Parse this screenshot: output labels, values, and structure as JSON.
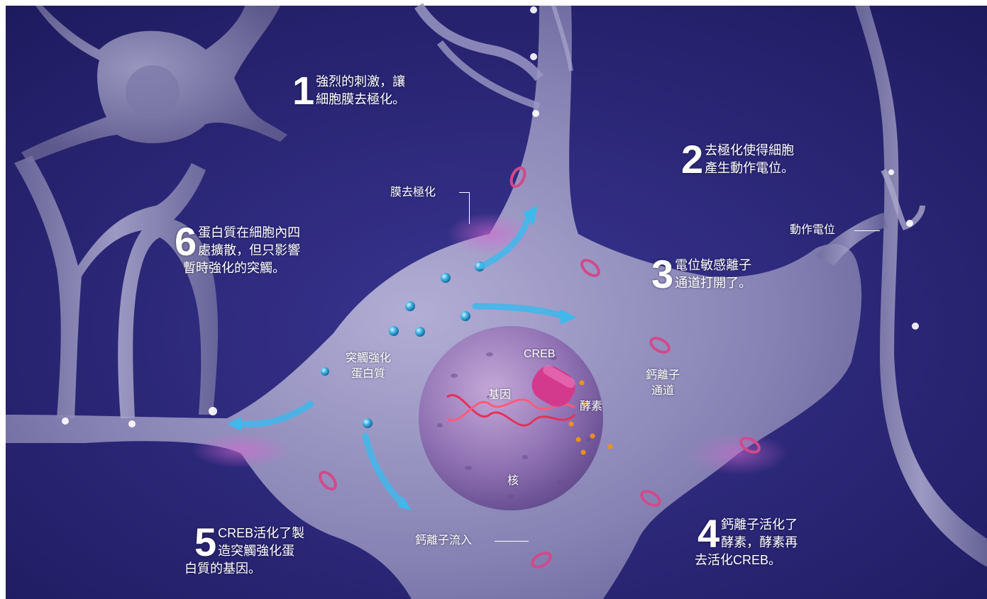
{
  "steps": [
    {
      "num": "1",
      "text": "強烈的刺激，讓\n細胞膜去極化。"
    },
    {
      "num": "2",
      "text": "去極化使得細胞\n產生動作電位。"
    },
    {
      "num": "3",
      "text": "電位敏感離子\n通道打開了。"
    },
    {
      "num": "4",
      "text_a": "鈣離子活化了\n酵素，酵素再",
      "text_b": "去活化CREB。"
    },
    {
      "num": "5",
      "text_a": "CREB活化了製\n造突觸強化蛋",
      "text_b": "白質的基因。"
    },
    {
      "num": "6",
      "text_a": "蛋白質在細胞內四\n處擴散，但只影響",
      "text_b": "暫時強化的突觸。"
    }
  ],
  "labels": {
    "depolarization": "膜去極化",
    "action_potential": "動作電位",
    "calcium_channel": "鈣離子\n通道",
    "calcium_influx": "鈣離子流入",
    "synapse_protein": "突觸強化\n蛋白質",
    "creb": "CREB",
    "gene": "基因",
    "enzyme": "酵素",
    "nucleus": "核"
  },
  "colors": {
    "background": "#24206e",
    "cell": "#8a85b8",
    "nucleus": "#8e6fb0",
    "arrow": "#3fb8ec",
    "dna": "#e8305a",
    "enzyme": "#f0901c"
  }
}
